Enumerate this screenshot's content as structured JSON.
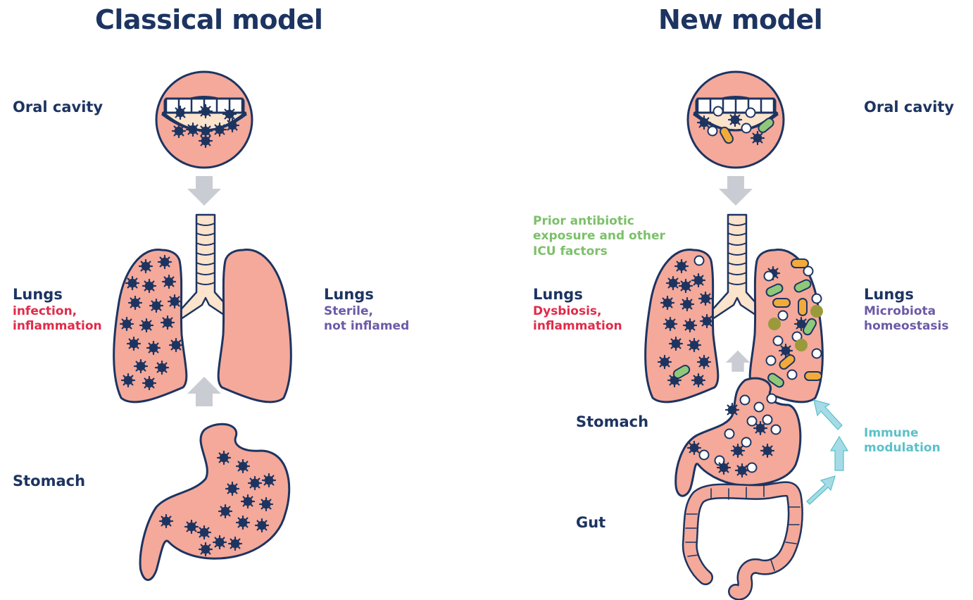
{
  "classical": {
    "title": "Classical model",
    "oral": "Oral cavity",
    "lungs": "Lungs",
    "lungs_left_sub": [
      "infection,",
      "inflammation"
    ],
    "lungs_right_sub": [
      "Sterile,",
      "not inflamed"
    ],
    "stomach": "Stomach"
  },
  "new_model": {
    "title": "New model",
    "oral": "Oral cavity",
    "factors": [
      "Prior antibiotic",
      "exposure and other",
      "ICU factors"
    ],
    "lungs_left": "Lungs",
    "lungs_left_sub": [
      "Dysbiosis,",
      "inflammation"
    ],
    "lungs_right": "Lungs",
    "lungs_right_sub": [
      "Microbiota",
      "homeostasis"
    ],
    "stomach": "Stomach",
    "immune": [
      "Immune",
      "modulation"
    ],
    "gut": "Gut"
  },
  "colors": {
    "title": "#1d3461",
    "organ": "#f4a99a",
    "outline": "#1d3461",
    "trachea": "#fbe3cc",
    "arrow_gray": "#c9ccd3",
    "arrow_cyan": "#a5dbe6",
    "pathogen": "#1d3461",
    "bacteria_green": "#8ec97a",
    "bacteria_orange": "#f2ab3a",
    "bacteria_olive": "#9a9a3a",
    "infection_red": "#e02b4a",
    "purple": "#6b5aa8",
    "factors_green": "#7cc06a",
    "immune_cyan": "#5bc0c9"
  },
  "icons": [
    "mouth-icon",
    "lungs-icon",
    "stomach-icon",
    "gut-icon",
    "pathogen-icon",
    "bacterium-icon"
  ]
}
